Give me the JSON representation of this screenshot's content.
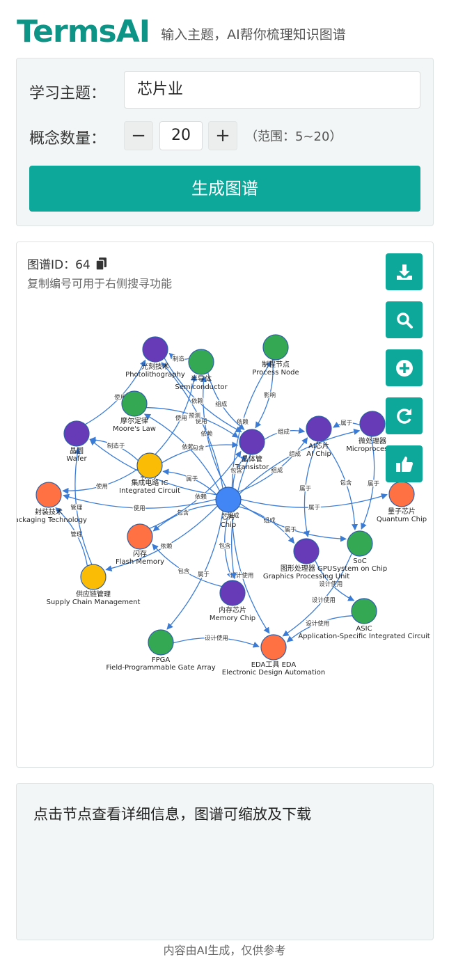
{
  "header": {
    "brand": "TermsAI",
    "tagline": "输入主题，AI帮你梳理知识图谱"
  },
  "form": {
    "topic_label": "学习主题：",
    "topic_value": "芯片业",
    "count_label": "概念数量：",
    "minus": "−",
    "count_value": "20",
    "plus": "+",
    "range_note": "（范围：5~20）",
    "generate_label": "生成图谱"
  },
  "graph_panel": {
    "id_text": "图谱ID：64",
    "hint": "复制编号可用于右侧搜寻功能",
    "tools": [
      "download-icon",
      "search-icon",
      "zoom-in-icon",
      "refresh-icon",
      "thumbs-up-icon"
    ]
  },
  "colors": {
    "accent": "#0ea89b",
    "brand": "#0e9487",
    "edge": "#3a7bd5",
    "blue": "#4285f4",
    "purple": "#673ab7",
    "green": "#34a853",
    "orange": "#ff7043",
    "yellow": "#fbbc05"
  },
  "graph": {
    "nodes": [
      {
        "id": "chip",
        "l1": "芯片",
        "l2": "Chip",
        "c": "blue"
      },
      {
        "id": "semi",
        "l1": "半导体",
        "l2": "Semiconductor",
        "c": "green"
      },
      {
        "id": "litho",
        "l1": "光刻技术",
        "l2": "Photolithography",
        "c": "purple"
      },
      {
        "id": "proc",
        "l1": "制程节点",
        "l2": "Process Node",
        "c": "green"
      },
      {
        "id": "moore",
        "l1": "摩尔定律",
        "l2": "Moore's Law",
        "c": "green"
      },
      {
        "id": "wafer",
        "l1": "晶圆",
        "l2": "Wafer",
        "c": "purple"
      },
      {
        "id": "ic",
        "l1": "集成电路 IC",
        "l2": "Integrated Circuit",
        "c": "yellow"
      },
      {
        "id": "trans",
        "l1": "晶体管",
        "l2": "Transistor",
        "c": "purple"
      },
      {
        "id": "aichip",
        "l1": "AI芯片",
        "l2": "AI Chip",
        "c": "purple"
      },
      {
        "id": "micro",
        "l1": "微处理器",
        "l2": "Microprocessor",
        "c": "purple"
      },
      {
        "id": "quantum",
        "l1": "量子芯片",
        "l2": "Quantum Chip",
        "c": "orange"
      },
      {
        "id": "pack",
        "l1": "封装技术",
        "l2": "Packaging Technology",
        "c": "orange"
      },
      {
        "id": "flash",
        "l1": "闪存",
        "l2": "Flash Memory",
        "c": "orange"
      },
      {
        "id": "gpu",
        "l1": "图形处理器 GPU",
        "l2": "Graphics Processing Unit",
        "c": "purple"
      },
      {
        "id": "soc",
        "l1": "SoC",
        "l2": "System on Chip",
        "c": "green"
      },
      {
        "id": "supply",
        "l1": "供应链管理",
        "l2": "Supply Chain Management",
        "c": "yellow"
      },
      {
        "id": "mem",
        "l1": "内存芯片",
        "l2": "Memory Chip",
        "c": "purple"
      },
      {
        "id": "asic",
        "l1": "ASIC",
        "l2": "Application-Specific Integrated Circuit",
        "c": "green"
      },
      {
        "id": "fpga",
        "l1": "FPGA",
        "l2": "Field-Programmable Gate Array",
        "c": "green"
      },
      {
        "id": "eda",
        "l1": "EDA工具 EDA",
        "l2": "Electronic Design Automation",
        "c": "orange"
      }
    ],
    "edges": [
      {
        "f": "chip",
        "t": "semi",
        "l": "依赖"
      },
      {
        "f": "chip",
        "t": "litho",
        "l": "使用"
      },
      {
        "f": "chip",
        "t": "proc",
        "l": "依赖"
      },
      {
        "f": "chip",
        "t": "moore",
        "l": "依赖"
      },
      {
        "f": "chip",
        "t": "wafer",
        "l": "制造于"
      },
      {
        "f": "chip",
        "t": "ic",
        "l": "属于"
      },
      {
        "f": "chip",
        "t": "trans",
        "l": "包含"
      },
      {
        "f": "chip",
        "t": "aichip",
        "l": "组成"
      },
      {
        "f": "chip",
        "t": "micro",
        "l": "组成"
      },
      {
        "f": "chip",
        "t": "quantum",
        "l": "属于"
      },
      {
        "f": "chip",
        "t": "pack",
        "l": "使用"
      },
      {
        "f": "chip",
        "t": "flash",
        "l": "包含"
      },
      {
        "f": "chip",
        "t": "gpu",
        "l": "组成"
      },
      {
        "f": "chip",
        "t": "soc",
        "l": "属于"
      },
      {
        "f": "chip",
        "t": "supply",
        "l": "依赖"
      },
      {
        "f": "chip",
        "t": "mem",
        "l": "包含"
      },
      {
        "f": "chip",
        "t": "fpga",
        "l": "属于"
      },
      {
        "f": "chip",
        "t": "eda",
        "l": "设计使用"
      },
      {
        "f": "semi",
        "t": "litho",
        "l": "制造"
      },
      {
        "f": "semi",
        "t": "trans",
        "l": "组成"
      },
      {
        "f": "proc",
        "t": "trans",
        "l": "影响"
      },
      {
        "f": "litho",
        "t": "trans",
        "l": "依赖"
      },
      {
        "f": "moore",
        "t": "trans",
        "l": "预测"
      },
      {
        "f": "wafer",
        "t": "litho",
        "l": "使用"
      },
      {
        "f": "ic",
        "t": "trans",
        "l": "包含"
      },
      {
        "f": "ic",
        "t": "wafer",
        "l": "制造于"
      },
      {
        "f": "ic",
        "t": "pack",
        "l": "使用"
      },
      {
        "f": "ic",
        "t": "semi",
        "l": "使用"
      },
      {
        "f": "trans",
        "t": "aichip",
        "l": "组成"
      },
      {
        "f": "micro",
        "t": "aichip",
        "l": "属于"
      },
      {
        "f": "micro",
        "t": "soc",
        "l": "属于"
      },
      {
        "f": "aichip",
        "t": "gpu",
        "l": "属于"
      },
      {
        "f": "aichip",
        "t": "soc",
        "l": "包含"
      },
      {
        "f": "gpu",
        "t": "asic",
        "l": "设计使用"
      },
      {
        "f": "soc",
        "t": "eda",
        "l": "设计使用"
      },
      {
        "f": "asic",
        "t": "eda",
        "l": "设计使用"
      },
      {
        "f": "fpga",
        "t": "eda",
        "l": "设计使用"
      },
      {
        "f": "supply",
        "t": "pack",
        "l": "管理"
      },
      {
        "f": "supply",
        "t": "wafer",
        "l": "管理"
      },
      {
        "f": "flash",
        "t": "trans",
        "l": "依赖"
      },
      {
        "f": "mem",
        "t": "flash",
        "l": "包含"
      },
      {
        "f": "trans",
        "t": "mem",
        "l": "组成"
      }
    ]
  },
  "info": {
    "text": "点击节点查看详细信息，图谱可缩放及下载"
  },
  "footer": {
    "text": "内容由AI生成，仅供参考"
  }
}
